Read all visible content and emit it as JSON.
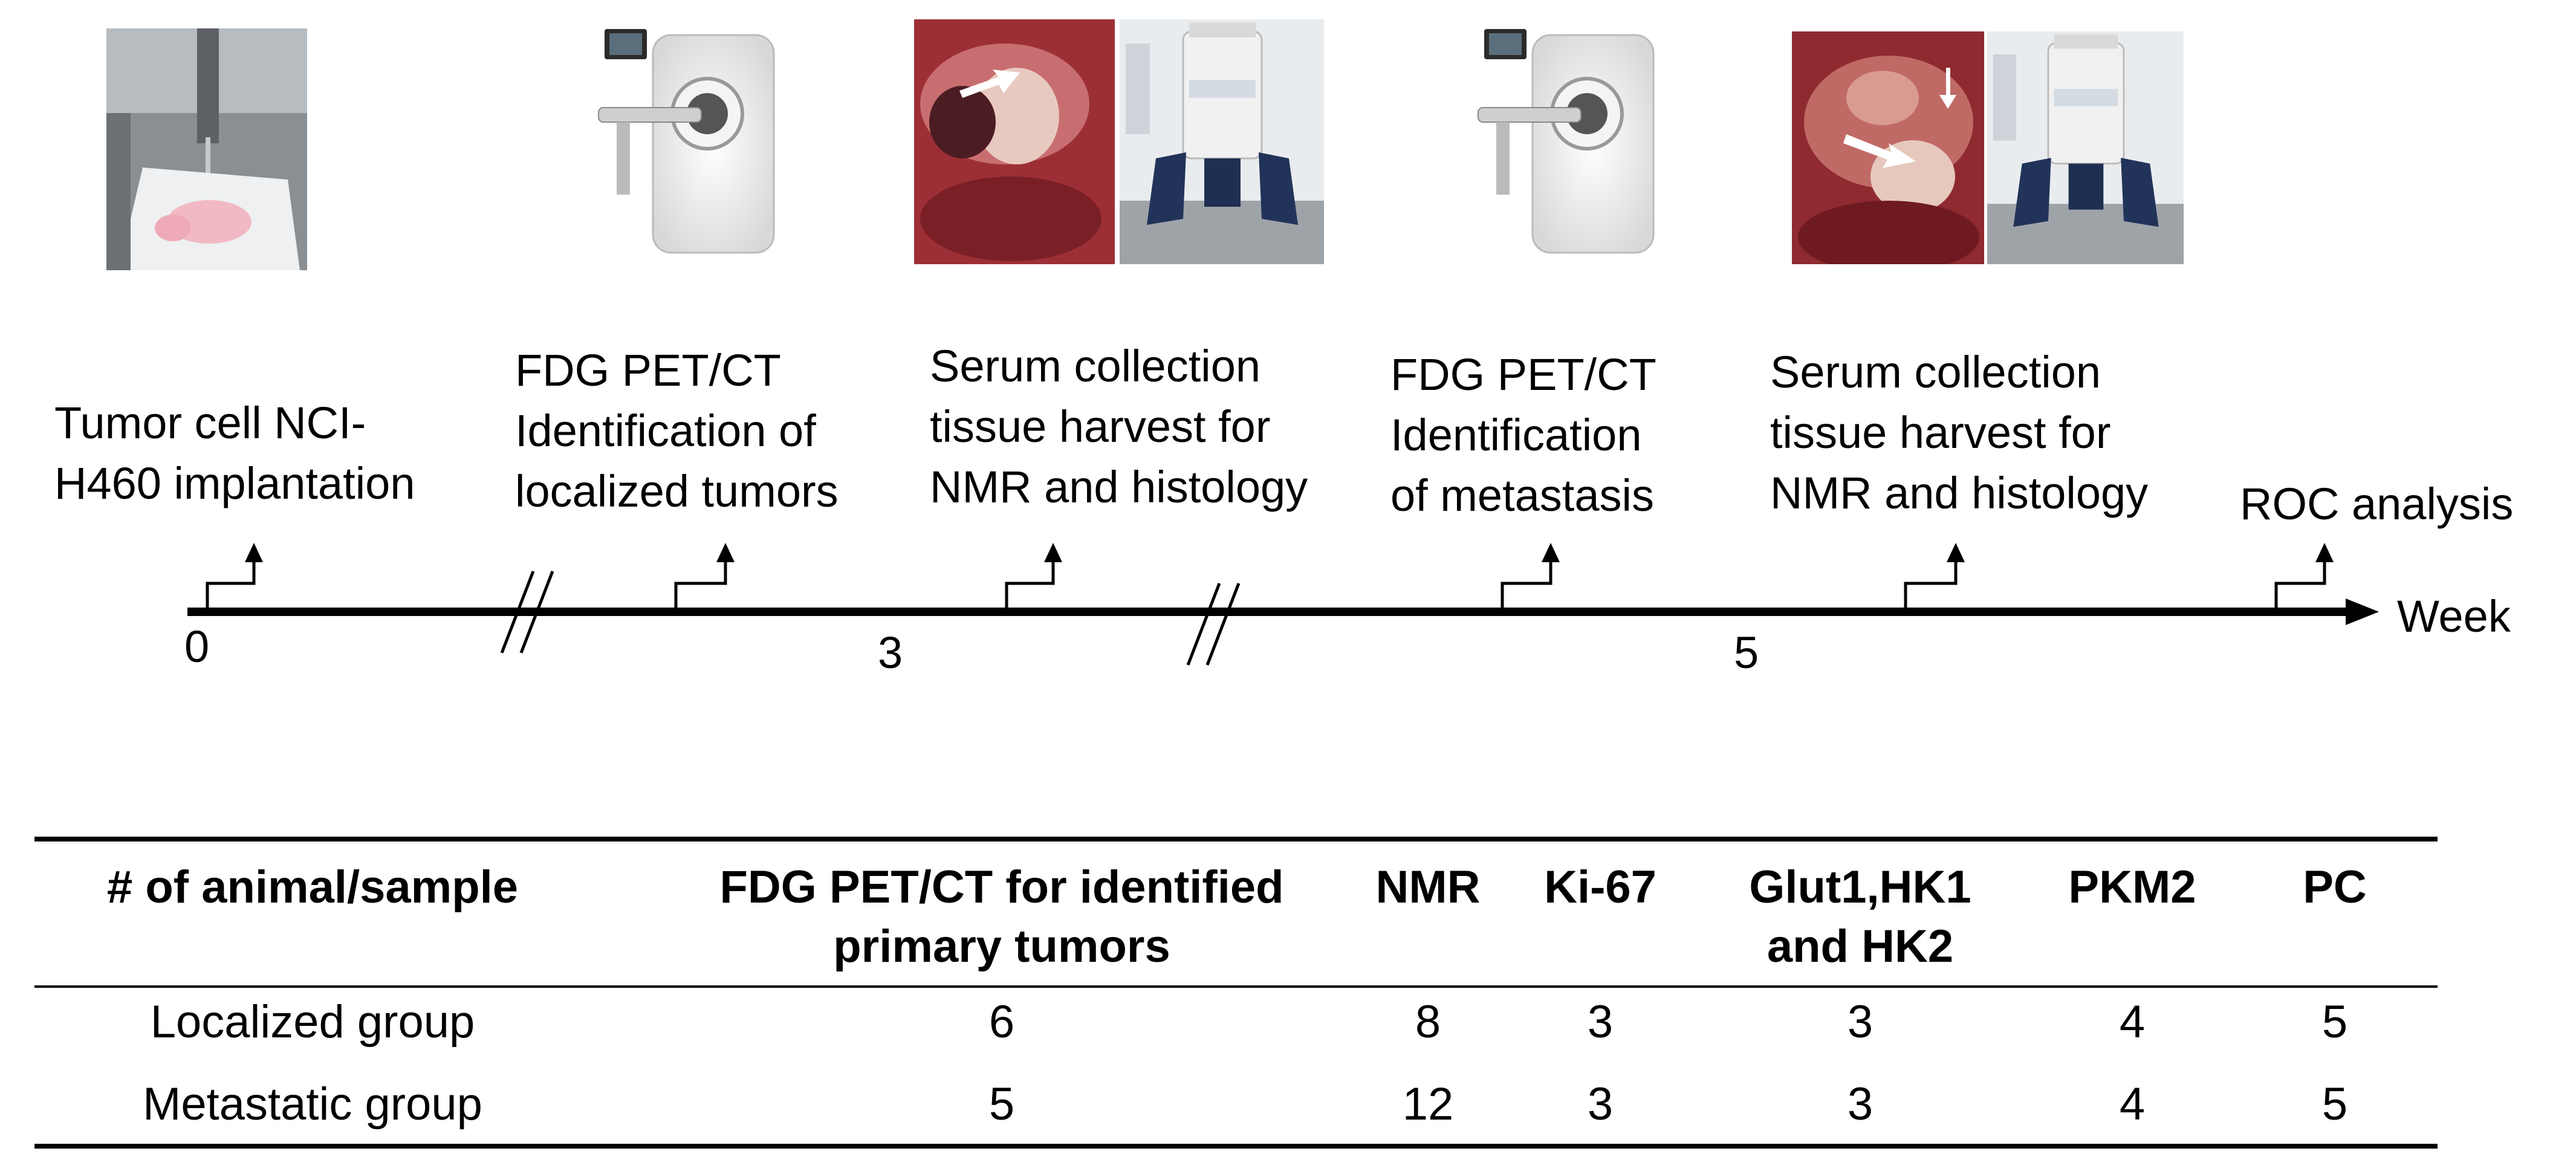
{
  "timeline": {
    "axis_label": "Week",
    "ticks": [
      "0",
      "3",
      "5"
    ],
    "steps": [
      {
        "label": "Tumor cell NCI-\nH460 implantation"
      },
      {
        "label": "FDG PET/CT\nIdentification of\nlocalized tumors"
      },
      {
        "label": "Serum collection\ntissue harvest for\nNMR and histology"
      },
      {
        "label": "FDG PET/CT\nIdentification\nof metastasis"
      },
      {
        "label": "Serum collection\ntissue harvest for\nNMR and histology"
      },
      {
        "label": "ROC analysis"
      }
    ]
  },
  "photos": [
    {
      "icon": "mouse-implantation-photo"
    },
    {
      "icon": "pet-ct-scanner-photo"
    },
    {
      "icon": "lung-tumor-tissue-photo"
    },
    {
      "icon": "nmr-spectrometer-photo"
    },
    {
      "icon": "pet-ct-scanner-photo"
    },
    {
      "icon": "metastasis-tissue-photo"
    },
    {
      "icon": "nmr-spectrometer-photo"
    }
  ],
  "table": {
    "headers": [
      "# of animal/sample",
      "FDG PET/CT for identified\nprimary tumors",
      "NMR",
      "Ki-67",
      "Glut1,HK1\nand HK2",
      "PKM2",
      "PC"
    ],
    "rows": [
      [
        "Localized group",
        "6",
        "8",
        "3",
        "3",
        "4",
        "5"
      ],
      [
        "Metastatic group",
        "5",
        "12",
        "3",
        "3",
        "4",
        "5"
      ]
    ]
  }
}
